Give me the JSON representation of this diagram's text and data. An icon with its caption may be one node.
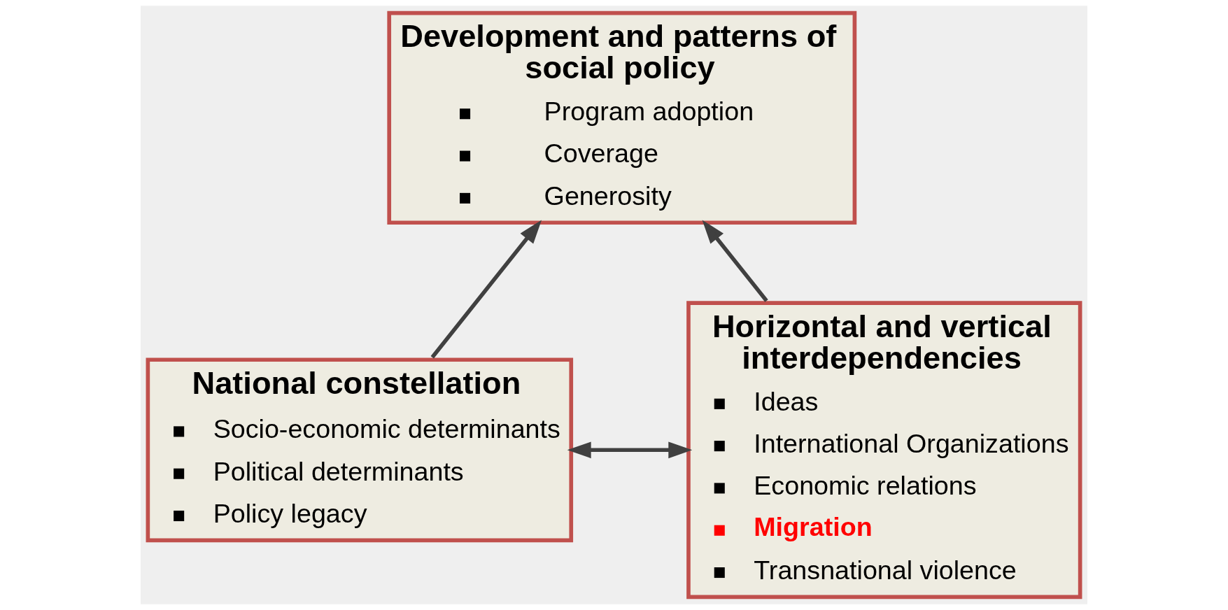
{
  "diagram": {
    "nodes": [
      {
        "text": [
          "Development and patterns of social policy",
          "Program adoption",
          "Coverage",
          "Generosity"
        ]
      },
      {
        "text": [
          "National constellation",
          "Socio-economic determinants",
          "Political determinants",
          "Policy legacy"
        ]
      },
      {
        "text": [
          "Horizontal and vertical interdependencies",
          "Ideas",
          "International Organizations",
          "Economic relations",
          "Migration",
          "Transnational violence"
        ]
      }
    ],
    "edges": [
      {
        "from": 1,
        "to": 0,
        "arrow": "to"
      },
      {
        "from": 2,
        "to": 0,
        "arrow": "to"
      },
      {
        "from": 1,
        "to": 2,
        "arrow": "both"
      }
    ]
  }
}
